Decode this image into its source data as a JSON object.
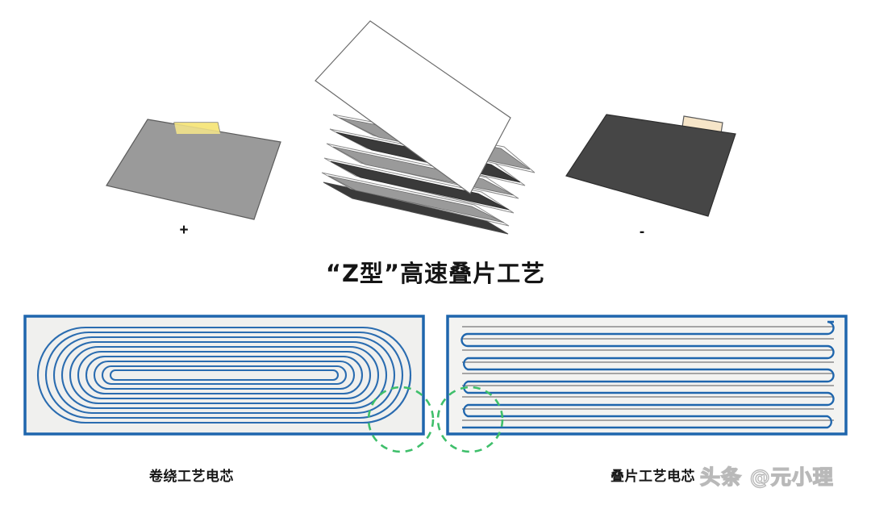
{
  "title": "“Z型”高速叠片工艺",
  "electrodes": {
    "positive": {
      "polarity": "+",
      "name": "positive-electrode-sheet",
      "plate_color": "#9a9a9a",
      "tab_color": "#f2d94e",
      "tab_name": "positive-tab"
    },
    "negative": {
      "polarity": "-",
      "name": "negative-electrode-sheet",
      "plate_color": "#464646",
      "tab_color": "#f6e5c8",
      "tab_name": "negative-tab"
    }
  },
  "stack": {
    "name": "z-fold-layer-stack",
    "layer_count": 7,
    "layers": [
      {
        "type": "separator",
        "color": "#ffffff"
      },
      {
        "type": "cathode",
        "color": "#9a9a9a"
      },
      {
        "type": "separator",
        "color": "#ffffff"
      },
      {
        "type": "anode",
        "color": "#3a3a3a"
      },
      {
        "type": "separator",
        "color": "#ffffff"
      },
      {
        "type": "cathode",
        "color": "#9a9a9a"
      },
      {
        "type": "anode",
        "color": "#3a3a3a"
      }
    ]
  },
  "cells": [
    {
      "id": "wound",
      "caption": "卷绕工艺电芯",
      "pattern": "spiral",
      "loops": 10,
      "line_color": "#2a6cb0",
      "box_border_color": "#1f66ad",
      "box_fill_color": "#f0f0ee",
      "highlight_color": "#3fbf6b"
    },
    {
      "id": "stacked",
      "caption": "叠片工艺电芯",
      "pattern": "serpentine",
      "folds": 6,
      "line_color": "#1f66ad",
      "sheet_color": "#9a9a9a",
      "box_border_color": "#1f66ad",
      "box_fill_color": "#f3f3f1",
      "highlight_color": "#3fbf6b"
    }
  ],
  "watermark": "头条 @元小理",
  "colors": {
    "accent_blue": "#1f66ad",
    "line_blue": "#2a6cb0",
    "highlight_green": "#3fbf6b",
    "background": "#ffffff"
  }
}
